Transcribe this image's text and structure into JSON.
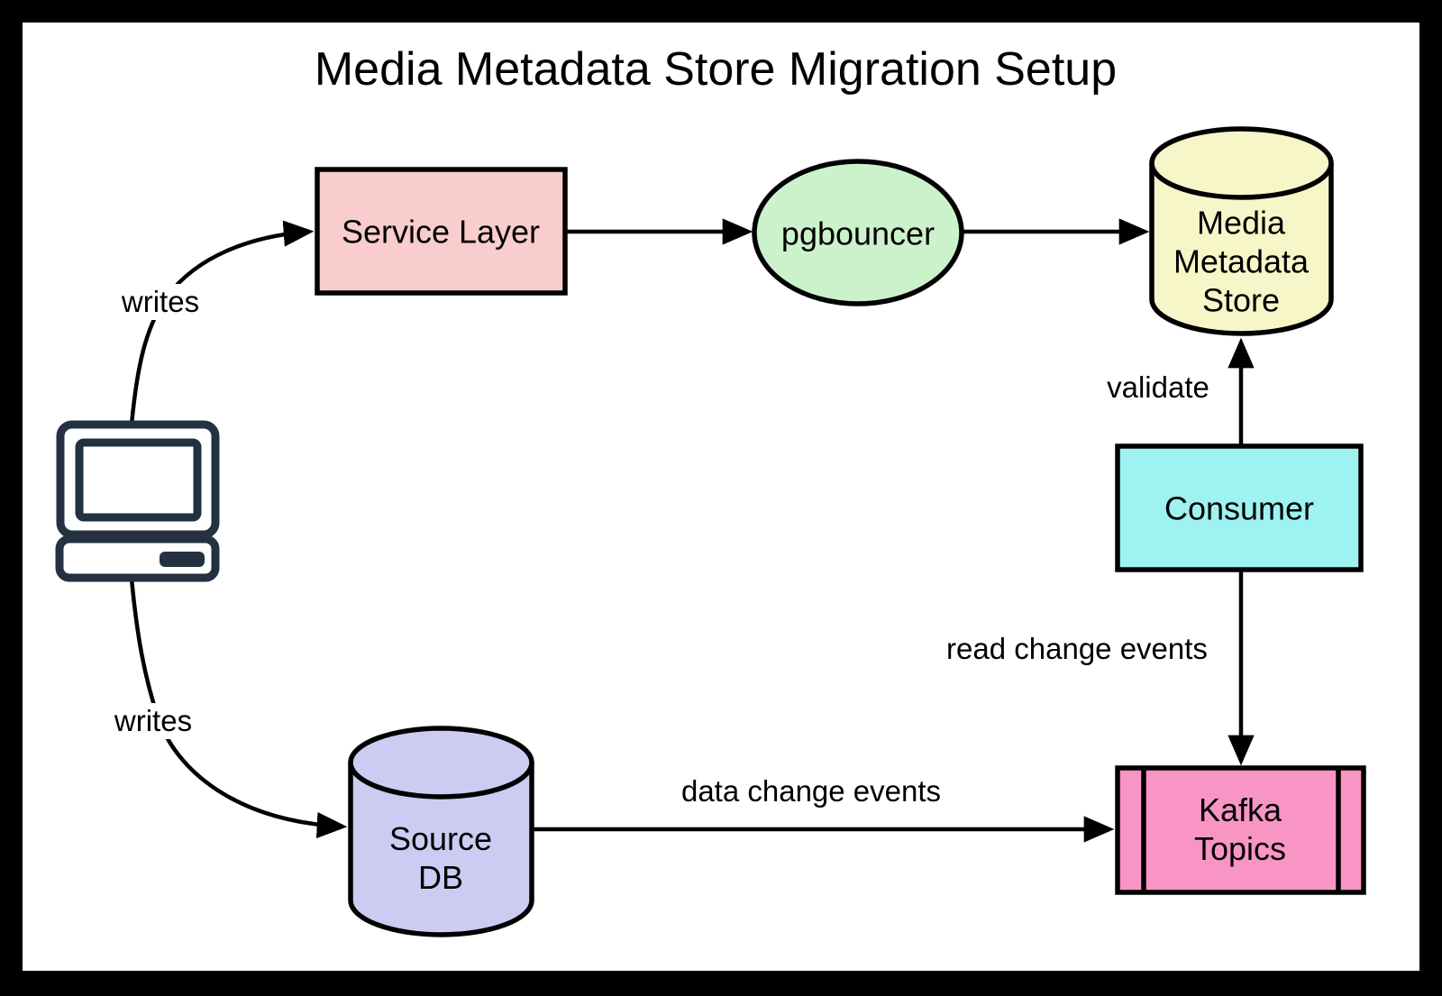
{
  "title": "Media Metadata Store Migration Setup",
  "colors": {
    "frame": "#000000",
    "canvas": "#ffffff",
    "line": "#000000",
    "service_layer_fill": "#f9cdcd",
    "pgbouncer_fill": "#ccf2cc",
    "media_store_fill": "#f6f6c8",
    "consumer_fill": "#9ff2f2",
    "kafka_fill": "#f995c5",
    "source_db_fill": "#ccccf2",
    "computer_icon": "#233140"
  },
  "nodes": {
    "client": {
      "icon": "computer-icon"
    },
    "service_layer": {
      "shape": "rectangle",
      "label": "Service Layer"
    },
    "pgbouncer": {
      "shape": "ellipse",
      "label": "pgbouncer"
    },
    "media_store": {
      "shape": "cylinder",
      "label_lines": [
        "Media",
        "Metadata",
        "Store"
      ]
    },
    "consumer": {
      "shape": "rectangle",
      "label": "Consumer"
    },
    "kafka": {
      "shape": "subroutine",
      "label_lines": [
        "Kafka",
        "Topics"
      ]
    },
    "source_db": {
      "shape": "cylinder",
      "label_lines": [
        "Source",
        "DB"
      ]
    }
  },
  "edges": [
    {
      "from": "client",
      "to": "service_layer",
      "label": "writes"
    },
    {
      "from": "service_layer",
      "to": "pgbouncer",
      "label": ""
    },
    {
      "from": "pgbouncer",
      "to": "media_store",
      "label": ""
    },
    {
      "from": "consumer",
      "to": "media_store",
      "label": "validate"
    },
    {
      "from": "consumer",
      "to": "kafka",
      "label": "read change events"
    },
    {
      "from": "client",
      "to": "source_db",
      "label": "writes"
    },
    {
      "from": "source_db",
      "to": "kafka",
      "label": "data change events"
    }
  ]
}
